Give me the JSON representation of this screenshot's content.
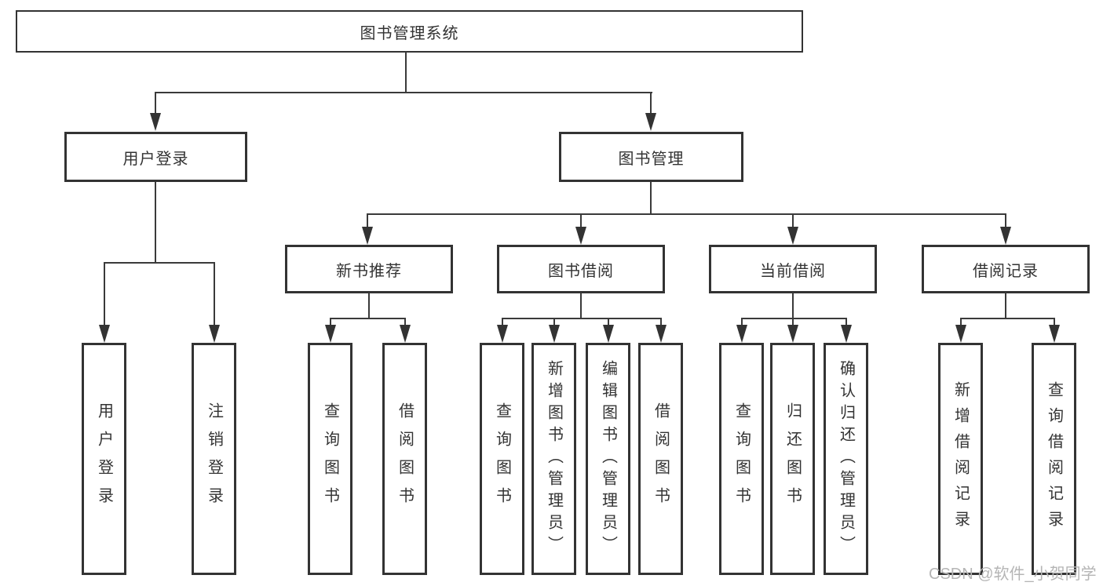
{
  "tree": {
    "root": {
      "label": "图书管理系统"
    },
    "branches": [
      {
        "label": "用户登录",
        "children": [
          {
            "label": "用户登录"
          },
          {
            "label": "注销登录"
          }
        ]
      },
      {
        "label": "图书管理",
        "groups": [
          {
            "label": "新书推荐",
            "children": [
              {
                "label": "查询图书"
              },
              {
                "label": "借阅图书"
              }
            ]
          },
          {
            "label": "图书借阅",
            "children": [
              {
                "label": "查询图书"
              },
              {
                "label": "新增图书（管理员）"
              },
              {
                "label": "编辑图书（管理员）"
              },
              {
                "label": "借阅图书"
              }
            ]
          },
          {
            "label": "当前借阅",
            "children": [
              {
                "label": "查询图书"
              },
              {
                "label": "归还图书"
              },
              {
                "label": "确认归还（管理员）"
              }
            ]
          },
          {
            "label": "借阅记录",
            "children": [
              {
                "label": "新增借阅记录"
              },
              {
                "label": "查询借阅记录"
              }
            ]
          }
        ]
      }
    ]
  },
  "watermark": {
    "label": "CSDN @软件_小贺同学"
  },
  "colors": {
    "line": "#3a3a3a",
    "box_border": "#333333",
    "text": "#333333",
    "watermark": "#b5b5b5",
    "background": "#ffffff"
  }
}
